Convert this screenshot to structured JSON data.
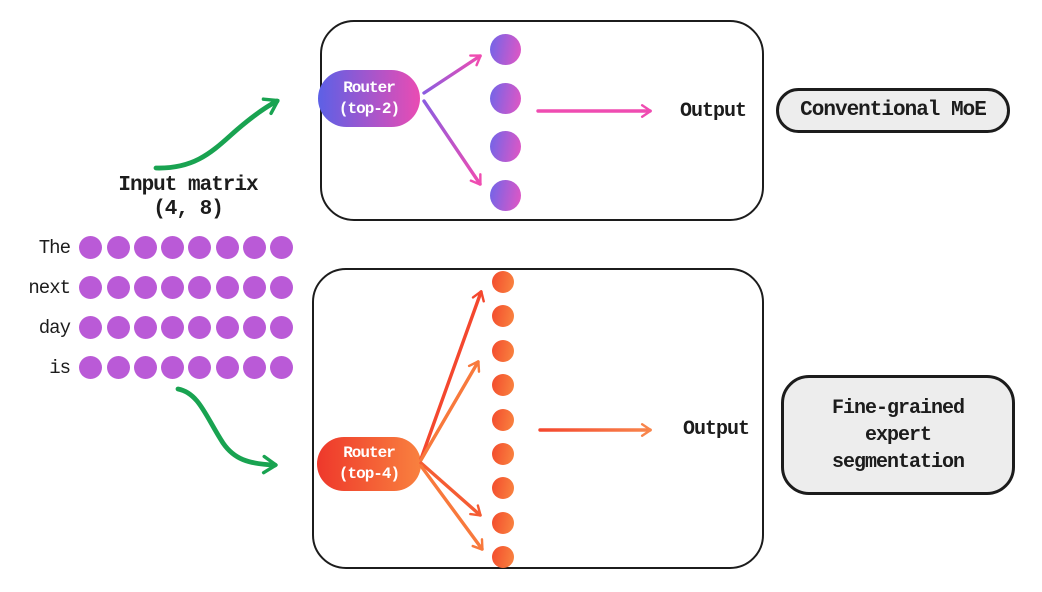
{
  "diagram": {
    "input": {
      "title": "Input matrix",
      "shape": "(4, 8)",
      "tokens": [
        "The",
        "next",
        "day",
        "is"
      ],
      "columns": 8
    },
    "conventional": {
      "router_label": "Router\n(top-2)",
      "expert_count": 4,
      "selected_experts": 2,
      "output_label": "Output",
      "caption": "Conventional MoE"
    },
    "fine_grained": {
      "router_label": "Router\n(top-4)",
      "expert_count": 9,
      "selected_experts": 4,
      "output_label": "Output",
      "caption": "Fine-grained\nexpert\nsegmentation"
    },
    "colors": {
      "ink": "#1c1c1c",
      "token_dot": "#ba5ad7",
      "conv_from": "#5c60e6",
      "conv_to": "#ea4cb3",
      "conv_circle_from": "#6f65e9",
      "conv_circle_to": "#e456c3",
      "fine_from": "#ee382b",
      "fine_to": "#f9813f",
      "fine_circle_from": "#f34b2d",
      "fine_circle_to": "#f98540",
      "green": "#19a351",
      "pink": "#ef4cb1",
      "purple_arrow": "#8b5ce0",
      "red_arrow": "#f4472e",
      "red_orange": "#f55c33",
      "orange_arrow": "#f8793c",
      "orange_light": "#f8854c",
      "caption_bg": "#ededed"
    }
  }
}
